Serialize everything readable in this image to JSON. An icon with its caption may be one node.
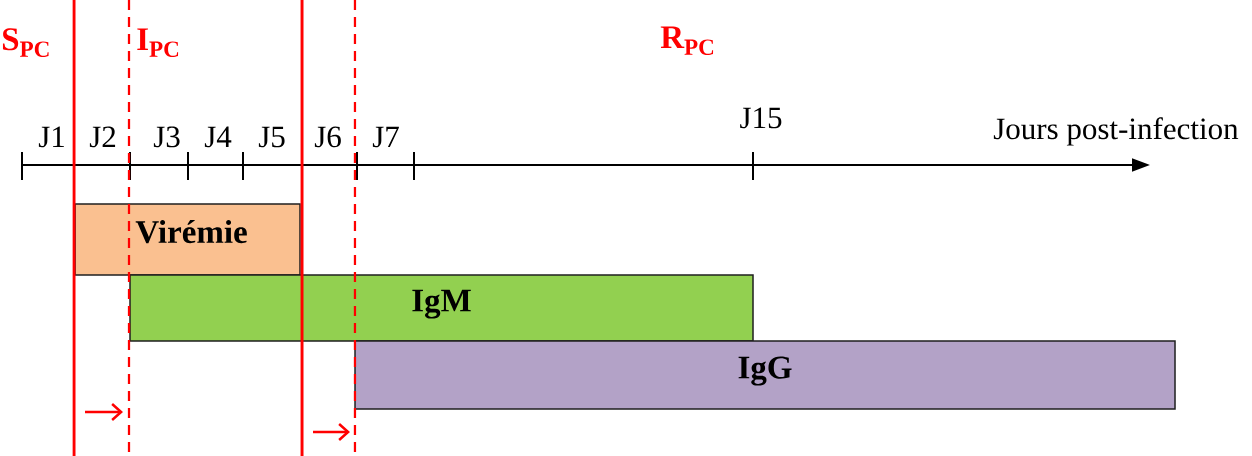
{
  "diagram": {
    "nodes": [
      {
        "text": [
          "Virémie"
        ]
      },
      {
        "text": [
          "IgM"
        ]
      },
      {
        "text": [
          "IgG"
        ]
      }
    ],
    "labels": [
      "S$_{PC}$",
      "I$_{PC}$",
      "R$_{PC}$",
      "J1",
      "J2",
      "J3",
      "J4",
      "J5",
      "J6",
      "J7",
      "J15",
      "Jours post-infection"
    ]
  }
}
